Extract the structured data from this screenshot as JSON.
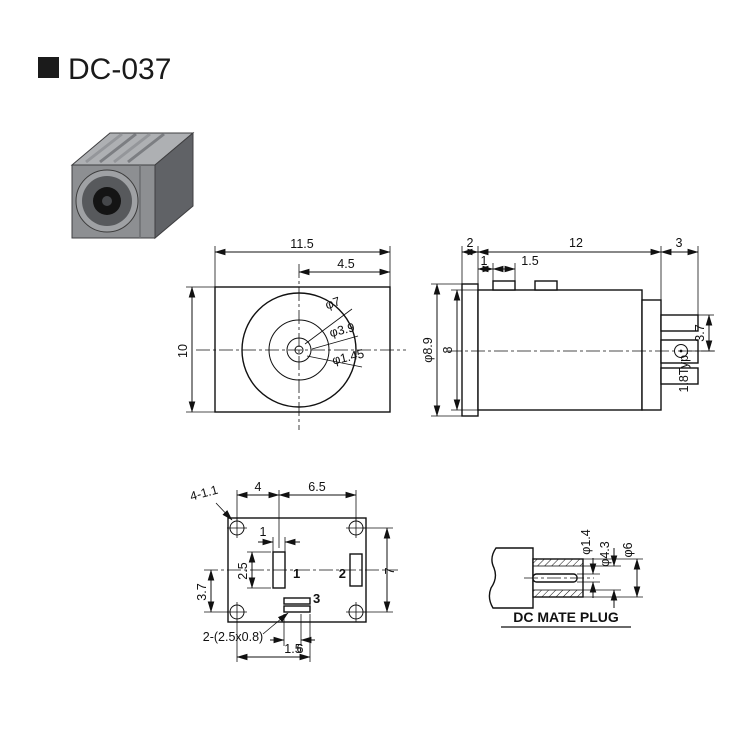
{
  "title": {
    "text": "DC-037"
  },
  "front_view": {
    "dim_width": "11.5",
    "dim_half_width": "4.5",
    "dim_height": "10",
    "dim_outer_dia": "φ7",
    "dim_mid_dia": "φ3.9",
    "dim_pin_dia": "φ1.45"
  },
  "side_view": {
    "dim_flange": "2",
    "dim_body_len": "12",
    "dim_pin_len": "3",
    "dim_tab_offset": "1",
    "dim_tab_width": "1.5",
    "dim_flange_dia": "φ8.9",
    "dim_body_height": "8",
    "dim_pin_span": "3.7",
    "dim_hole": "1.8Typ."
  },
  "bottom_view": {
    "dim_holes": "4-1.1",
    "dim_x1": "4",
    "dim_x2": "6.5",
    "dim_pad_width": "1",
    "dim_pad_height": "2.5",
    "dim_row_offset": "3.7",
    "dim_hole_span": "7",
    "dim_slots": "2-(2.5x0.8)",
    "dim_slot_offset": "1.5",
    "dim_slot_span": "6",
    "pin1": "1",
    "pin2": "2",
    "pin3": "3"
  },
  "plug_view": {
    "label": "DC MATE PLUG",
    "dim_pin_dia": "φ1.4",
    "dim_bore_dia": "φ4.3",
    "dim_outer_dia": "φ6"
  },
  "colors": {
    "line": "#111111",
    "body_front": "#8d8f92",
    "body_top": "#aeb0b3",
    "body_side": "#606266"
  }
}
